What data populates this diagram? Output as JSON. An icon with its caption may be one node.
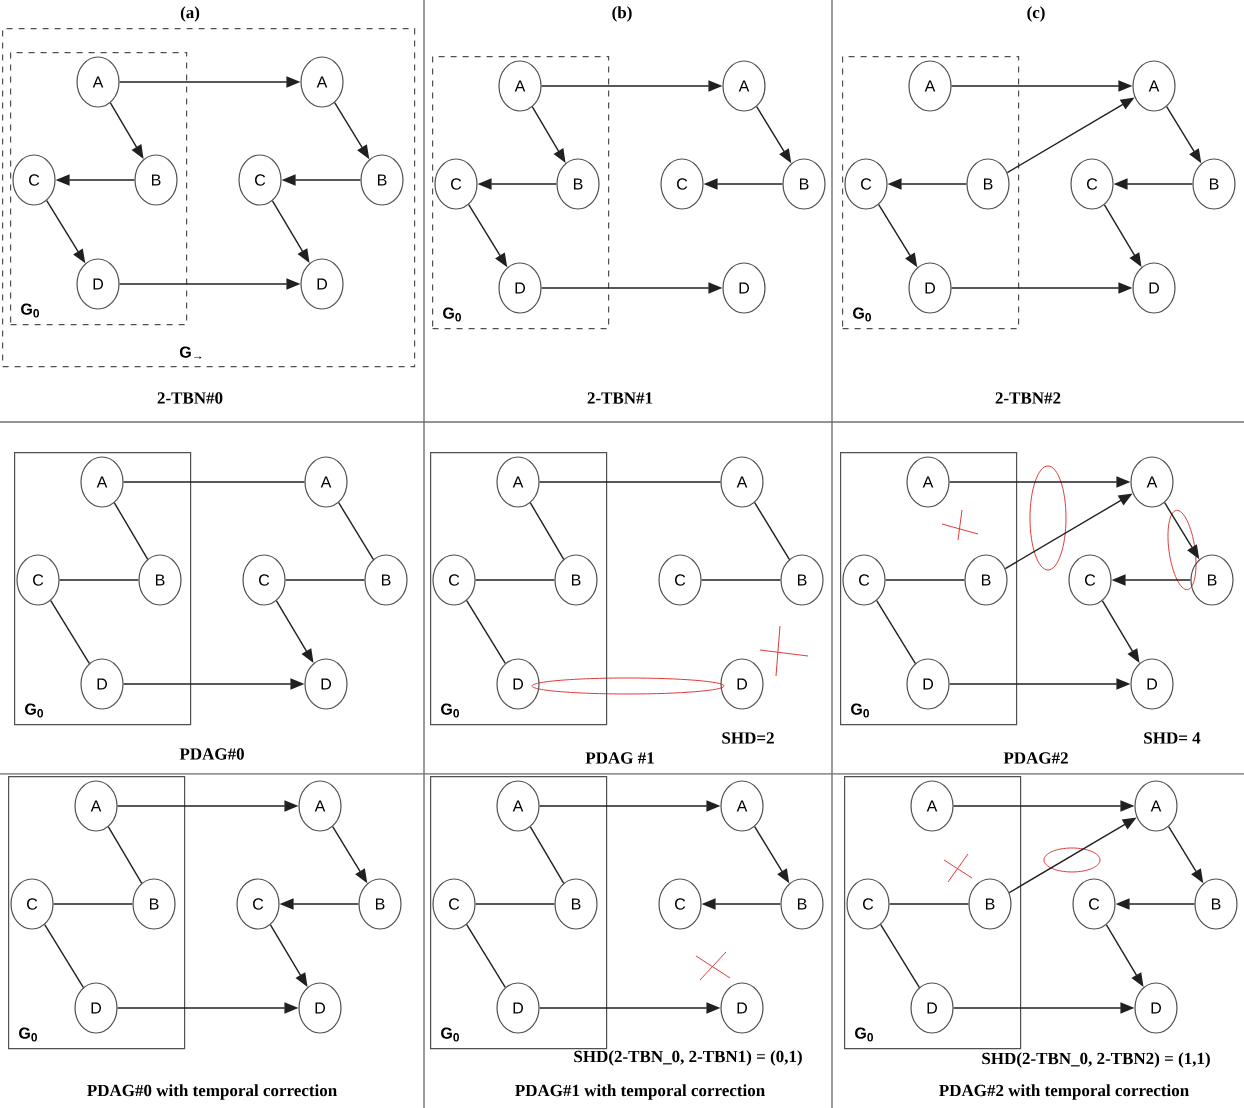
{
  "diagram": {
    "nodes": [
      {
        "text": [
          "G$_{→}$"
        ]
      },
      {
        "text": [
          "G$_{0}$"
        ],
        "in": 0
      },
      {
        "text": [
          "A"
        ],
        "in": 1
      },
      {
        "text": [
          "B"
        ],
        "in": 1
      },
      {
        "text": [
          "C"
        ],
        "in": 1
      },
      {
        "text": [
          "D"
        ],
        "in": 1
      },
      {
        "text": [
          "A"
        ],
        "in": 0
      },
      {
        "text": [
          "B"
        ],
        "in": 0
      },
      {
        "text": [
          "C"
        ],
        "in": 0
      },
      {
        "text": [
          "D"
        ],
        "in": 0
      },
      {
        "text": [
          "G$_{0}$"
        ]
      },
      {
        "text": [
          "A"
        ],
        "in": 10
      },
      {
        "text": [
          "B"
        ],
        "in": 10
      },
      {
        "text": [
          "C"
        ],
        "in": 10
      },
      {
        "text": [
          "D"
        ],
        "in": 10
      },
      {
        "text": [
          "A"
        ]
      },
      {
        "text": [
          "B"
        ]
      },
      {
        "text": [
          "C"
        ]
      },
      {
        "text": [
          "D"
        ]
      },
      {
        "text": [
          "G$_{0}$"
        ]
      },
      {
        "text": [
          "A"
        ],
        "in": 19
      },
      {
        "text": [
          "B"
        ],
        "in": 19
      },
      {
        "text": [
          "C"
        ],
        "in": 19
      },
      {
        "text": [
          "D"
        ],
        "in": 19
      },
      {
        "text": [
          "A"
        ]
      },
      {
        "text": [
          "B"
        ]
      },
      {
        "text": [
          "C"
        ]
      },
      {
        "text": [
          "D"
        ]
      },
      {
        "text": [
          "G$_{0}$"
        ]
      },
      {
        "text": [
          "A"
        ],
        "in": 28
      },
      {
        "text": [
          "B"
        ],
        "in": 28
      },
      {
        "text": [
          "C"
        ],
        "in": 28
      },
      {
        "text": [
          "D"
        ],
        "in": 28
      },
      {
        "text": [
          "A"
        ]
      },
      {
        "text": [
          "B"
        ]
      },
      {
        "text": [
          "C"
        ]
      },
      {
        "text": [
          "D"
        ]
      },
      {
        "text": [
          "G$_{0}$"
        ]
      },
      {
        "text": [
          "A"
        ],
        "in": 37
      },
      {
        "text": [
          "B"
        ],
        "in": 37
      },
      {
        "text": [
          "C"
        ],
        "in": 37
      },
      {
        "text": [
          "D"
        ],
        "in": 37
      },
      {
        "text": [
          "A"
        ]
      },
      {
        "text": [
          "B"
        ]
      },
      {
        "text": [
          "C"
        ]
      },
      {
        "text": [
          "D"
        ]
      },
      {
        "text": [
          "G$_{0}$"
        ]
      },
      {
        "text": [
          "A"
        ],
        "in": 46
      },
      {
        "text": [
          "B"
        ],
        "in": 46
      },
      {
        "text": [
          "C"
        ],
        "in": 46
      },
      {
        "text": [
          "D"
        ],
        "in": 46
      },
      {
        "text": [
          "A"
        ]
      },
      {
        "text": [
          "B"
        ]
      },
      {
        "text": [
          "C"
        ]
      },
      {
        "text": [
          "D"
        ]
      },
      {
        "text": [
          "G$_{0}$"
        ]
      },
      {
        "text": [
          "A"
        ],
        "in": 55
      },
      {
        "text": [
          "B"
        ],
        "in": 55
      },
      {
        "text": [
          "C"
        ],
        "in": 55
      },
      {
        "text": [
          "D"
        ],
        "in": 55
      },
      {
        "text": [
          "A"
        ]
      },
      {
        "text": [
          "B"
        ]
      },
      {
        "text": [
          "C"
        ]
      },
      {
        "text": [
          "D"
        ]
      },
      {
        "text": [
          "G$_{0}$"
        ]
      },
      {
        "text": [
          "A"
        ],
        "in": 64
      },
      {
        "text": [
          "B"
        ],
        "in": 64
      },
      {
        "text": [
          "C"
        ],
        "in": 64
      },
      {
        "text": [
          "D"
        ],
        "in": 64
      },
      {
        "text": [
          "A"
        ]
      },
      {
        "text": [
          "B"
        ]
      },
      {
        "text": [
          "C"
        ]
      },
      {
        "text": [
          "D"
        ]
      },
      {
        "text": [
          "G$_{0}$"
        ]
      },
      {
        "text": [
          "A"
        ],
        "in": 73
      },
      {
        "text": [
          "B"
        ],
        "in": 73
      },
      {
        "text": [
          "C"
        ],
        "in": 73
      },
      {
        "text": [
          "D"
        ],
        "in": 73
      },
      {
        "text": [
          "A"
        ]
      },
      {
        "text": [
          "B"
        ]
      },
      {
        "text": [
          "C"
        ]
      },
      {
        "text": [
          "D"
        ]
      }
    ],
    "edges": [
      {
        "from": 2,
        "to": 6,
        "arrow": "to"
      },
      {
        "from": 2,
        "to": 3,
        "arrow": "to"
      },
      {
        "from": 3,
        "to": 4,
        "arrow": "to"
      },
      {
        "from": 4,
        "to": 5,
        "arrow": "to"
      },
      {
        "from": 5,
        "to": 9,
        "arrow": "to"
      },
      {
        "from": 6,
        "to": 7,
        "arrow": "to"
      },
      {
        "from": 7,
        "to": 8,
        "arrow": "to"
      },
      {
        "from": 8,
        "to": 9,
        "arrow": "to"
      },
      {
        "from": 11,
        "to": 15,
        "arrow": "to"
      },
      {
        "from": 11,
        "to": 12,
        "arrow": "to"
      },
      {
        "from": 12,
        "to": 13,
        "arrow": "to"
      },
      {
        "from": 13,
        "to": 14,
        "arrow": "to"
      },
      {
        "from": 14,
        "to": 18,
        "arrow": "to"
      },
      {
        "from": 15,
        "to": 16,
        "arrow": "to"
      },
      {
        "from": 16,
        "to": 17,
        "arrow": "to"
      },
      {
        "from": 20,
        "to": 24,
        "arrow": "to"
      },
      {
        "from": 21,
        "to": 24,
        "arrow": "to"
      },
      {
        "from": 21,
        "to": 22,
        "arrow": "to"
      },
      {
        "from": 22,
        "to": 23,
        "arrow": "to"
      },
      {
        "from": 23,
        "to": 27,
        "arrow": "to"
      },
      {
        "from": 24,
        "to": 25,
        "arrow": "to"
      },
      {
        "from": 25,
        "to": 26,
        "arrow": "to"
      },
      {
        "from": 26,
        "to": 27,
        "arrow": "to"
      },
      {
        "from": 29,
        "to": 33,
        "arrow": "none"
      },
      {
        "from": 29,
        "to": 30,
        "arrow": "none"
      },
      {
        "from": 31,
        "to": 30,
        "arrow": "none"
      },
      {
        "from": 31,
        "to": 32,
        "arrow": "none"
      },
      {
        "from": 32,
        "to": 36,
        "arrow": "to"
      },
      {
        "from": 33,
        "to": 34,
        "arrow": "none"
      },
      {
        "from": 35,
        "to": 34,
        "arrow": "none"
      },
      {
        "from": 35,
        "to": 36,
        "arrow": "to"
      },
      {
        "from": 38,
        "to": 42,
        "arrow": "none"
      },
      {
        "from": 38,
        "to": 39,
        "arrow": "none"
      },
      {
        "from": 40,
        "to": 39,
        "arrow": "none"
      },
      {
        "from": 40,
        "to": 41,
        "arrow": "none"
      },
      {
        "from": 42,
        "to": 43,
        "arrow": "none"
      },
      {
        "from": 44,
        "to": 43,
        "arrow": "none"
      },
      {
        "from": 47,
        "to": 51,
        "arrow": "to"
      },
      {
        "from": 48,
        "to": 51,
        "arrow": "to"
      },
      {
        "from": 49,
        "to": 48,
        "arrow": "none"
      },
      {
        "from": 49,
        "to": 50,
        "arrow": "none"
      },
      {
        "from": 50,
        "to": 54,
        "arrow": "to"
      },
      {
        "from": 51,
        "to": 52,
        "arrow": "to"
      },
      {
        "from": 52,
        "to": 53,
        "arrow": "to"
      },
      {
        "from": 53,
        "to": 54,
        "arrow": "to"
      },
      {
        "from": 56,
        "to": 60,
        "arrow": "to"
      },
      {
        "from": 56,
        "to": 57,
        "arrow": "none"
      },
      {
        "from": 58,
        "to": 57,
        "arrow": "none"
      },
      {
        "from": 58,
        "to": 59,
        "arrow": "none"
      },
      {
        "from": 59,
        "to": 63,
        "arrow": "to"
      },
      {
        "from": 60,
        "to": 61,
        "arrow": "to"
      },
      {
        "from": 61,
        "to": 62,
        "arrow": "to"
      },
      {
        "from": 62,
        "to": 63,
        "arrow": "to"
      },
      {
        "from": 65,
        "to": 69,
        "arrow": "to"
      },
      {
        "from": 65,
        "to": 66,
        "arrow": "none"
      },
      {
        "from": 67,
        "to": 66,
        "arrow": "none"
      },
      {
        "from": 67,
        "to": 68,
        "arrow": "none"
      },
      {
        "from": 68,
        "to": 72,
        "arrow": "to"
      },
      {
        "from": 69,
        "to": 70,
        "arrow": "to"
      },
      {
        "from": 70,
        "to": 71,
        "arrow": "to"
      },
      {
        "from": 74,
        "to": 78,
        "arrow": "to"
      },
      {
        "from": 75,
        "to": 78,
        "arrow": "to"
      },
      {
        "from": 76,
        "to": 75,
        "arrow": "none"
      },
      {
        "from": 76,
        "to": 77,
        "arrow": "none"
      },
      {
        "from": 77,
        "to": 81,
        "arrow": "to"
      },
      {
        "from": 78,
        "to": 79,
        "arrow": "to"
      },
      {
        "from": 79,
        "to": 80,
        "arrow": "to"
      },
      {
        "from": 80,
        "to": 81,
        "arrow": "to"
      }
    ],
    "labels": [
      "(a)",
      "(b)",
      "(c)",
      "2-TBN#0",
      "2-TBN#1",
      "2-TBN#2",
      "SHD=2",
      "SHD= 4",
      "PDAG#0",
      "PDAG #1",
      "PDAG#2",
      "SHD(2-TBN_0, 2-TBN1) = (0,1)",
      "SHD(2-TBN_0, 2-TBN2) = (1,1)",
      "PDAG#0 with temporal correction",
      "PDAG#1 with temporal correction",
      "PDAG#2 with temporal correction"
    ]
  }
}
